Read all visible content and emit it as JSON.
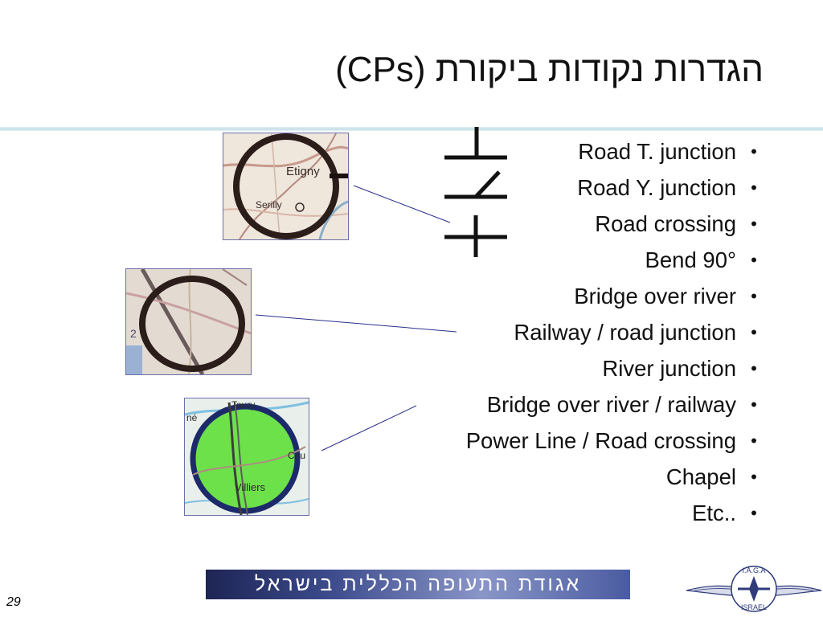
{
  "slide": {
    "title": "הגדרות נקודות ביקורת (CPs)",
    "page_number": "29",
    "banner_text": "אגודת התעופה הכללית בישראל"
  },
  "bullets": [
    "Road T. junction",
    "Road Y. junction",
    "Road crossing",
    "Bend 90°",
    "Bridge over river",
    "Railway / road junction",
    "River junction",
    "Bridge over river / railway",
    "Power Line / Road crossing",
    "Chapel",
    "Etc.."
  ],
  "bullet_glyph": "•",
  "map_labels": {
    "map1": [
      "Etigny",
      "Serilly"
    ],
    "map2": [],
    "map3": [
      "Toury",
      "Villiers",
      "Cou",
      "né"
    ]
  },
  "logo": {
    "top_text": "I.A.G.A",
    "bottom_text": "ISRAEL"
  },
  "colors": {
    "connector_line": "#2a2f8c",
    "title_rule": "#c5dee7",
    "banner": "#3e4c8e",
    "map_circle": "#2b1d1a",
    "green_fill": "#6de14a"
  }
}
